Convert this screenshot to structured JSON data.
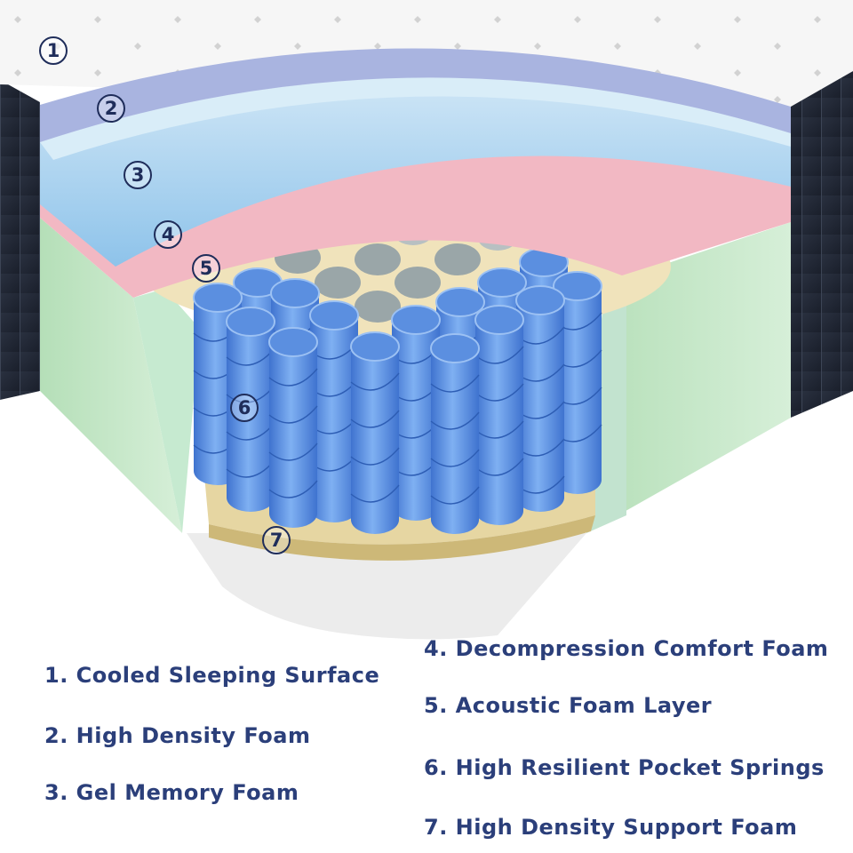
{
  "markers": [
    "1",
    "2",
    "3",
    "4",
    "5",
    "6",
    "7"
  ],
  "legend": [
    "1. Cooled Sleeping Surface",
    "2. High Density Foam",
    "3. Gel Memory Foam",
    "4. Decompression Comfort Foam",
    "5. Acoustic Foam Layer",
    "6. High Resilient Pocket Springs",
    "7. High Density Support Foam"
  ],
  "colors": {
    "surface": "#f4f4f4",
    "high_density_foam": "#a9b4e0",
    "gel_memory_foam": "#a9d3ee",
    "comfort_foam": "#f2b8c3",
    "acoustic_foam": "#f0e3bb",
    "side_foam": "#c4e6c6",
    "spring": "#5b8fe0",
    "spring_back": "#9aa6a8",
    "support_foam": "#e6d6a2",
    "border_fabric": "#2a3140",
    "label_text": "#2b3f7a"
  }
}
